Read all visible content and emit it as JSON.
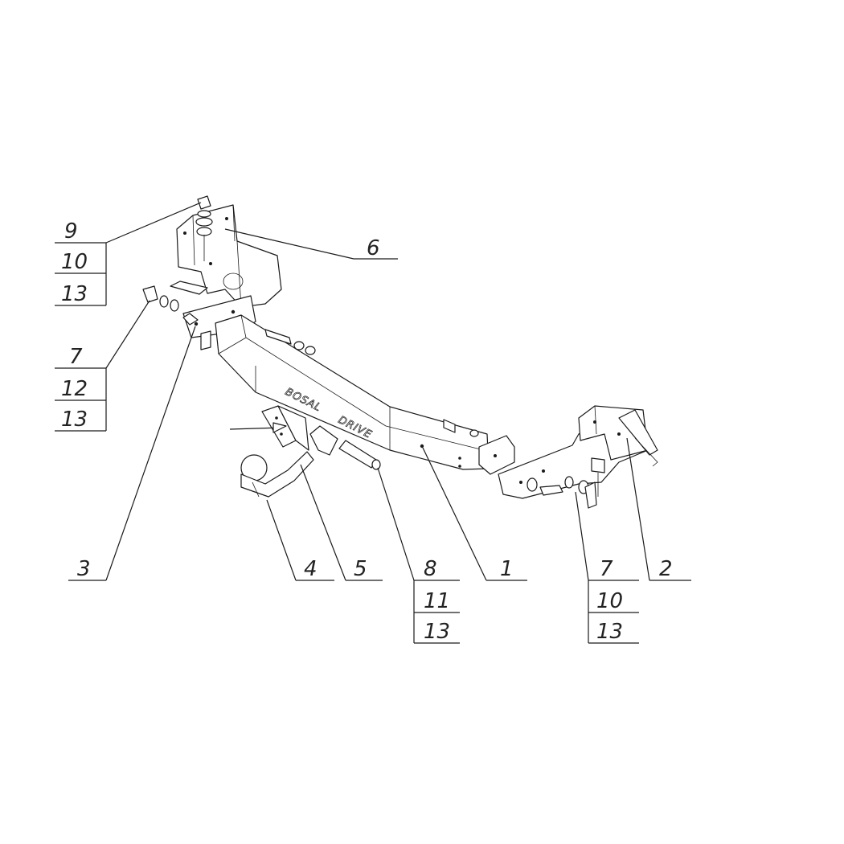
{
  "beam_branding": {
    "left": "BOSAL",
    "right": "DRIVE"
  },
  "callouts": {
    "c9_10_13": [
      "9",
      "10",
      "13"
    ],
    "c6": [
      "6"
    ],
    "c7_12_13": [
      "7",
      "12",
      "13"
    ],
    "c3": [
      "3"
    ],
    "c4": [
      "4"
    ],
    "c5": [
      "5"
    ],
    "c8_11_13": [
      "8",
      "11",
      "13"
    ],
    "c1": [
      "1"
    ],
    "c7_10_13": [
      "7",
      "10",
      "13"
    ],
    "c2": [
      "2"
    ]
  }
}
